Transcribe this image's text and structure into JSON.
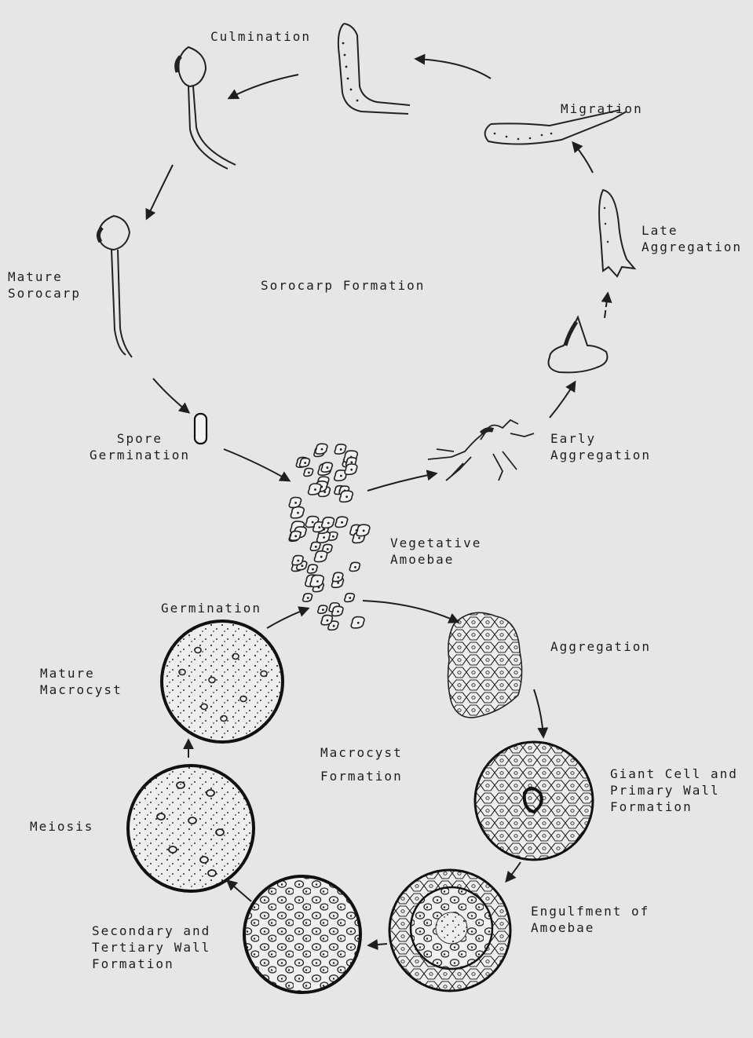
{
  "diagram": {
    "sorocarp_cycle_title": "Sorocarp Formation",
    "macrocyst_cycle_title": [
      "Macrocyst",
      "Formation"
    ],
    "stages": {
      "culmination": [
        "Culmination"
      ],
      "migration": [
        "Migration"
      ],
      "late_aggregation": [
        "Late",
        "Aggregation"
      ],
      "mature_sorocarp": [
        "Mature",
        "Sorocarp"
      ],
      "spore_germination": [
        "Spore",
        "Germination"
      ],
      "early_aggregation": [
        "Early",
        "Aggregation"
      ],
      "vegetative_amoebae": [
        "Vegetative",
        "Amoebae"
      ],
      "germination": [
        "Germination"
      ],
      "aggregation": [
        "Aggregation"
      ],
      "mature_macrocyst": [
        "Mature",
        "Macrocyst"
      ],
      "giant_cell": [
        "Giant Cell and",
        "Primary Wall",
        "Formation"
      ],
      "meiosis": [
        "Meiosis"
      ],
      "engulfment": [
        "Engulfment of",
        "Amoebae"
      ],
      "secondary_wall": [
        "Secondary and",
        "Tertiary Wall",
        "Formation"
      ]
    }
  }
}
